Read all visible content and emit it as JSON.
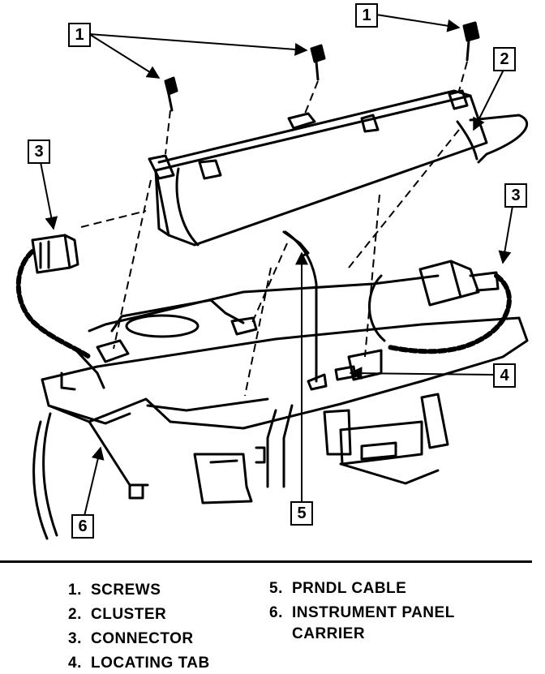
{
  "callouts": {
    "c1a": "1",
    "c1b": "1",
    "c2": "2",
    "c3a": "3",
    "c3b": "3",
    "c4": "4",
    "c5": "5",
    "c6": "6"
  },
  "legend": [
    {
      "num": "1.",
      "text": "SCREWS"
    },
    {
      "num": "2.",
      "text": "CLUSTER"
    },
    {
      "num": "3.",
      "text": "CONNECTOR"
    },
    {
      "num": "4.",
      "text": "LOCATING TAB"
    },
    {
      "num": "5.",
      "text": "PRNDL CABLE"
    },
    {
      "num": "6.",
      "text": "INSTRUMENT PANEL\nCARRIER"
    }
  ]
}
